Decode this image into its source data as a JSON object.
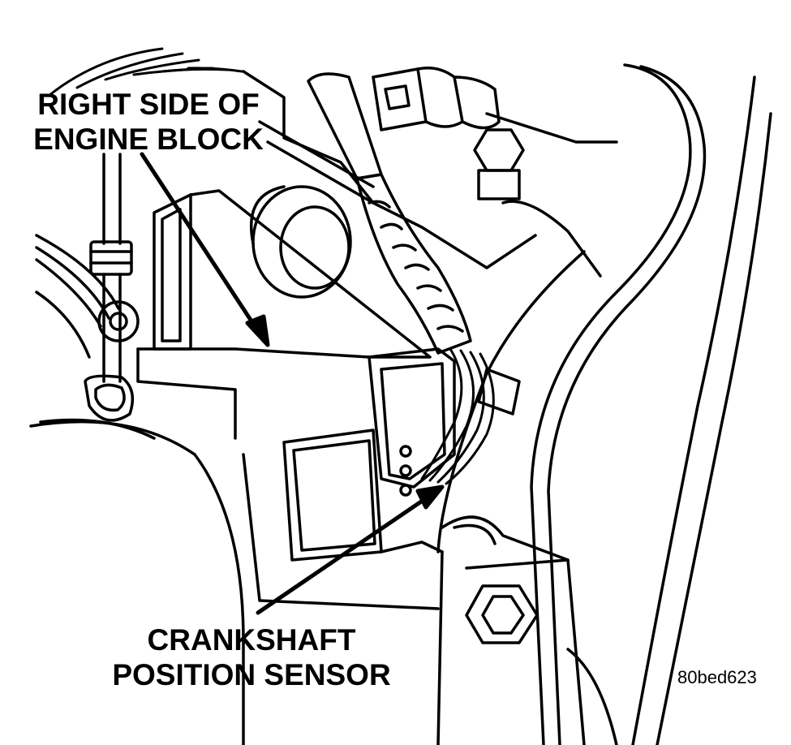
{
  "labels": {
    "engine_block": {
      "line1": "RIGHT SIDE OF",
      "line2": "ENGINE BLOCK"
    },
    "sensor": {
      "line1": "CRANKSHAFT",
      "line2": "POSITION SENSOR"
    }
  },
  "figure_id": "80bed623",
  "colors": {
    "ink": "#000000",
    "paper": "#ffffff"
  }
}
